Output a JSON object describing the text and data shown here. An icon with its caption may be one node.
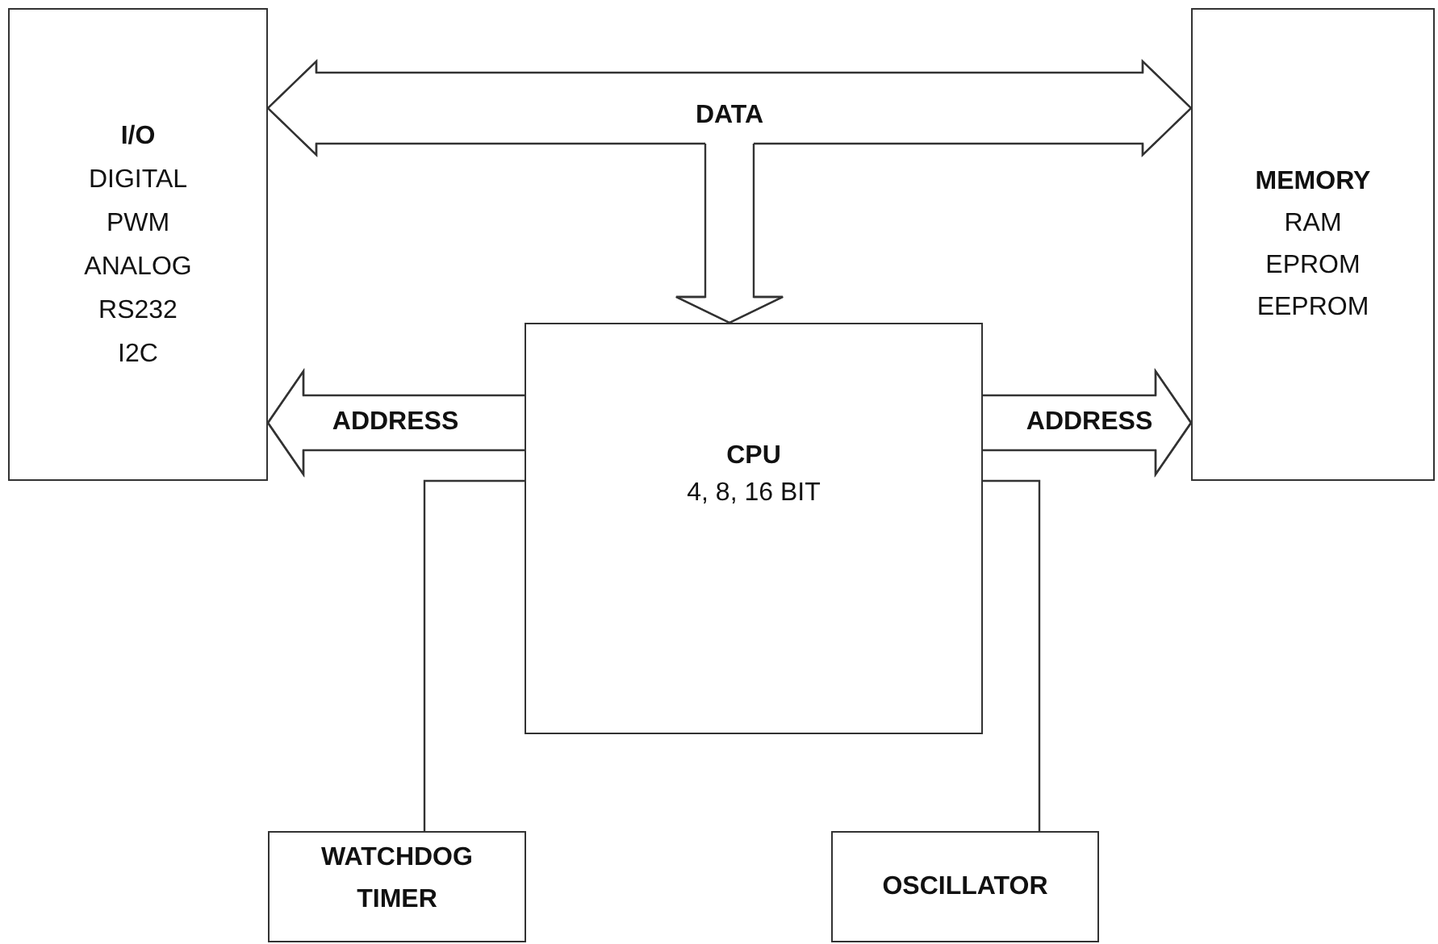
{
  "diagram": {
    "nodes": [
      {
        "text": [
          "I/O",
          "DIGITAL",
          "PWM",
          "ANALOG",
          "RS232",
          "I2C"
        ]
      },
      {
        "text": [
          "MEMORY",
          "RAM",
          "EPROM",
          "EEPROM"
        ]
      },
      {
        "text": [
          "CPU",
          "4, 8, 16 BIT"
        ]
      },
      {
        "text": [
          "WATCHDOG TIMER"
        ]
      },
      {
        "text": [
          "OSCILLATOR"
        ]
      }
    ],
    "edges": [
      {
        "from": 0,
        "to": 1,
        "arrow": "both",
        "label": "DATA"
      },
      {
        "from": null,
        "to": 2,
        "arrow": "to"
      },
      {
        "from": 2,
        "to": 0,
        "arrow": "to",
        "label": "ADDRESS"
      },
      {
        "from": 2,
        "to": 1,
        "arrow": "to",
        "label": "ADDRESS"
      },
      {
        "from": 2,
        "to": 3,
        "arrow": "none"
      },
      {
        "from": 2,
        "to": 4,
        "arrow": "none"
      }
    ]
  }
}
